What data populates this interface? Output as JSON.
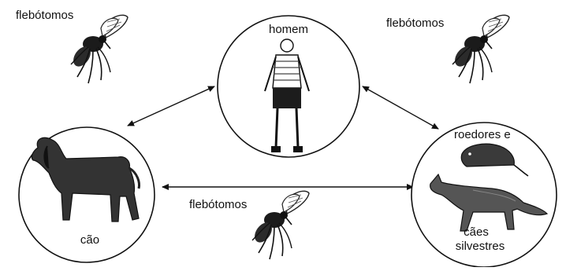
{
  "labels": {
    "sandfly_top_left": "flebótomos",
    "sandfly_top_right": "flebótomos",
    "sandfly_bottom": "flebótomos",
    "human": "homem",
    "dog": "cão",
    "rodents": "roedores e",
    "wild_dogs_line1": "cães",
    "wild_dogs_line2": "silvestres"
  },
  "icons": [
    "sandfly-icon",
    "man-icon",
    "dog-icon",
    "rodent-icon",
    "fox-icon"
  ],
  "colors": {
    "ink": "#111111",
    "background": "#ffffff"
  }
}
